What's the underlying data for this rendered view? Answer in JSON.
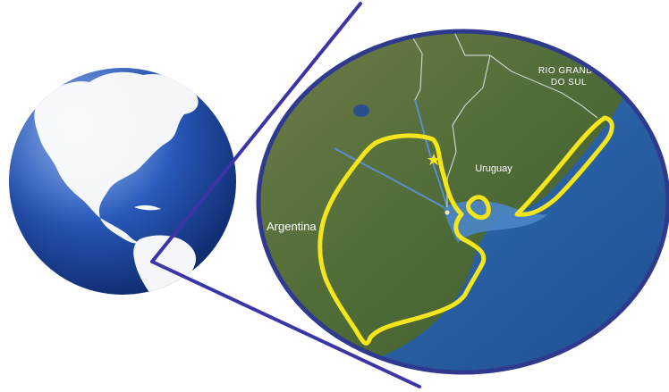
{
  "map": {
    "labels": {
      "rio_grande_line1": "RIO GRANDE",
      "rio_grande_line2": "DO SUL",
      "uruguay": "Uruguay",
      "argentina": "Argentina"
    },
    "colors": {
      "pointer_lines": "#3b35a8",
      "zoom_border": "#2f3a8f",
      "highlight": "#f5e51b",
      "ocean": "#2a63a8",
      "land": "#4c6d3a",
      "globe_ocean": "#1f4fa8",
      "globe_land": "#ffffff"
    },
    "icons": {
      "globe": "globe-americas-icon",
      "locator_marker": "star-marker-icon"
    }
  }
}
